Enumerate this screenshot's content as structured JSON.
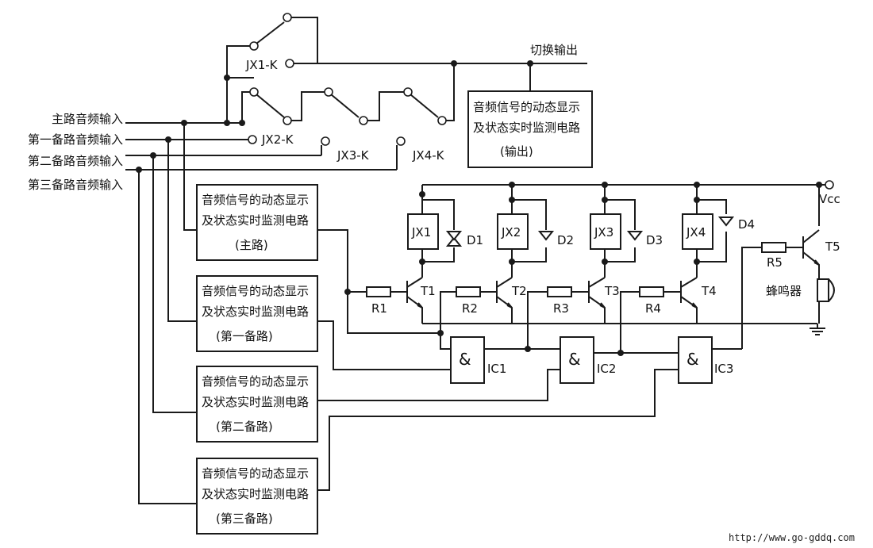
{
  "inputs": [
    "主路音频输入",
    "第一备路音频输入",
    "第二备路音频输入",
    "第三备路音频输入"
  ],
  "switch_output": "切换输出",
  "switches": [
    "JX1-K",
    "JX2-K",
    "JX3-K",
    "JX4-K"
  ],
  "output_monitor": {
    "line1": "音频信号的动态显示",
    "line2": "及状态实时监测电路",
    "line3": "(输出)"
  },
  "monitors": [
    {
      "line1": "音频信号的动态显示",
      "line2": "及状态实时监测电路",
      "line3": "(主路)"
    },
    {
      "line1": "音频信号的动态显示",
      "line2": "及状态实时监测电路",
      "line3": "(第一备路)"
    },
    {
      "line1": "音频信号的动态显示",
      "line2": "及状态实时监测电路",
      "line3": "(第二备路)"
    },
    {
      "line1": "音频信号的动态显示",
      "line2": "及状态实时监测电路",
      "line3": "(第三备路)"
    }
  ],
  "relays": [
    "JX1",
    "JX2",
    "JX3",
    "JX4"
  ],
  "diodes": [
    "D1",
    "D2",
    "D3",
    "D4"
  ],
  "transistors": [
    "T1",
    "T2",
    "T3",
    "T4",
    "T5"
  ],
  "resistors": [
    "R1",
    "R2",
    "R3",
    "R4",
    "R5"
  ],
  "gates": [
    "IC1",
    "IC2",
    "IC3"
  ],
  "gate_symbol": "&",
  "vcc": "Vcc",
  "buzzer": "蜂鸣器",
  "url": "http://www.go-gddq.com"
}
